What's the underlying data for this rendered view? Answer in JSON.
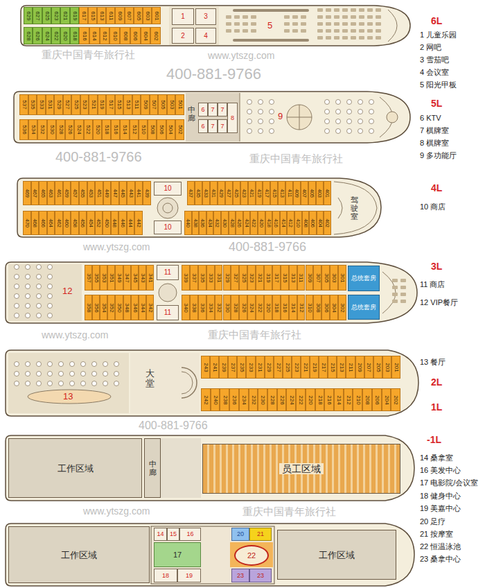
{
  "diagram": {
    "nodes": [
      {
        "text": [
          "629"
        ]
      },
      {
        "text": [
          "627"
        ]
      },
      {
        "text": [
          "625"
        ]
      },
      {
        "text": [
          "623"
        ]
      },
      {
        "text": [
          "621"
        ]
      },
      {
        "text": [
          "619"
        ]
      },
      {
        "text": [
          "617"
        ]
      },
      {
        "text": [
          "615"
        ]
      },
      {
        "text": [
          "613"
        ]
      },
      {
        "text": [
          "611"
        ]
      },
      {
        "text": [
          "609"
        ]
      },
      {
        "text": [
          "607"
        ]
      },
      {
        "text": [
          "605"
        ]
      },
      {
        "text": [
          "603"
        ]
      },
      {
        "text": [
          "601"
        ]
      },
      {
        "text": [
          "1"
        ]
      },
      {
        "text": [
          "3"
        ]
      },
      {
        "text": [
          "628"
        ]
      },
      {
        "text": [
          "626"
        ]
      },
      {
        "text": [
          "624"
        ]
      },
      {
        "text": [
          "622"
        ]
      },
      {
        "text": [
          "620"
        ]
      },
      {
        "text": [
          "618"
        ]
      },
      {
        "text": [
          "616"
        ]
      },
      {
        "text": [
          "614"
        ]
      },
      {
        "text": [
          "612"
        ]
      },
      {
        "text": [
          "610"
        ]
      },
      {
        "text": [
          "608"
        ]
      },
      {
        "text": [
          "606"
        ]
      },
      {
        "text": [
          "604"
        ]
      },
      {
        "text": [
          "602"
        ]
      },
      {
        "text": [
          "2"
        ]
      },
      {
        "text": [
          "4"
        ]
      },
      {
        "text": [
          "537"
        ]
      },
      {
        "text": [
          "535"
        ]
      },
      {
        "text": [
          "533"
        ]
      },
      {
        "text": [
          "531"
        ]
      },
      {
        "text": [
          "529"
        ]
      },
      {
        "text": [
          "527"
        ]
      },
      {
        "text": [
          "525"
        ]
      },
      {
        "text": [
          "523"
        ]
      },
      {
        "text": [
          "521"
        ]
      },
      {
        "text": [
          "519"
        ]
      },
      {
        "text": [
          "517"
        ]
      },
      {
        "text": [
          "515"
        ]
      },
      {
        "text": [
          "513"
        ]
      },
      {
        "text": [
          "511"
        ]
      },
      {
        "text": [
          "509"
        ]
      },
      {
        "text": [
          "507"
        ]
      },
      {
        "text": [
          "505"
        ]
      },
      {
        "text": [
          "503"
        ]
      },
      {
        "text": [
          "501"
        ]
      },
      {
        "text": [
          "6"
        ]
      },
      {
        "text": [
          "7"
        ]
      },
      {
        "text": [
          "7"
        ]
      },
      {
        "text": [
          "8"
        ]
      },
      {
        "text": [
          "536"
        ]
      },
      {
        "text": [
          "534"
        ]
      },
      {
        "text": [
          "532"
        ]
      },
      {
        "text": [
          "530"
        ]
      },
      {
        "text": [
          "528"
        ]
      },
      {
        "text": [
          "526"
        ]
      },
      {
        "text": [
          "524"
        ]
      },
      {
        "text": [
          "522"
        ]
      },
      {
        "text": [
          "520"
        ]
      },
      {
        "text": [
          "518"
        ]
      },
      {
        "text": [
          "516"
        ]
      },
      {
        "text": [
          "514"
        ]
      },
      {
        "text": [
          "512"
        ]
      },
      {
        "text": [
          "510"
        ]
      },
      {
        "text": [
          "508"
        ]
      },
      {
        "text": [
          "506"
        ]
      },
      {
        "text": [
          "504"
        ]
      },
      {
        "text": [
          "502"
        ]
      },
      {
        "text": [
          "6"
        ]
      },
      {
        "text": [
          "7"
        ]
      },
      {
        "text": [
          "7"
        ]
      },
      {
        "text": [
          "469"
        ]
      },
      {
        "text": [
          "467"
        ]
      },
      {
        "text": [
          "465"
        ]
      },
      {
        "text": [
          "463"
        ]
      },
      {
        "text": [
          "461"
        ]
      },
      {
        "text": [
          "459"
        ]
      },
      {
        "text": [
          "457"
        ]
      },
      {
        "text": [
          "455"
        ]
      },
      {
        "text": [
          "453"
        ]
      },
      {
        "text": [
          "451"
        ]
      },
      {
        "text": [
          "449"
        ]
      },
      {
        "text": [
          "447"
        ]
      },
      {
        "text": [
          "445"
        ]
      },
      {
        "text": [
          "443"
        ]
      },
      {
        "text": [
          "441"
        ]
      },
      {
        "text": [
          "439"
        ]
      },
      {
        "text": [
          "10"
        ]
      },
      {
        "text": [
          "437"
        ]
      },
      {
        "text": [
          "435"
        ]
      },
      {
        "text": [
          "433"
        ]
      },
      {
        "text": [
          "431"
        ]
      },
      {
        "text": [
          "429"
        ]
      },
      {
        "text": [
          "427"
        ]
      },
      {
        "text": [
          "425"
        ]
      },
      {
        "text": [
          "423"
        ]
      },
      {
        "text": [
          "421"
        ]
      },
      {
        "text": [
          "419"
        ]
      },
      {
        "text": [
          "417"
        ]
      },
      {
        "text": [
          "415"
        ]
      },
      {
        "text": [
          "413"
        ]
      },
      {
        "text": [
          "411"
        ]
      },
      {
        "text": [
          "409"
        ]
      },
      {
        "text": [
          "407"
        ]
      },
      {
        "text": [
          "405"
        ]
      },
      {
        "text": [
          "403"
        ]
      },
      {
        "text": [
          "401"
        ]
      },
      {
        "text": [
          "470"
        ]
      },
      {
        "text": [
          "468"
        ]
      },
      {
        "text": [
          "466"
        ]
      },
      {
        "text": [
          "464"
        ]
      },
      {
        "text": [
          "462"
        ]
      },
      {
        "text": [
          "460"
        ]
      },
      {
        "text": [
          "458"
        ]
      },
      {
        "text": [
          "456"
        ]
      },
      {
        "text": [
          "454"
        ]
      },
      {
        "text": [
          "452"
        ]
      },
      {
        "text": [
          "450"
        ]
      },
      {
        "text": [
          "448"
        ]
      },
      {
        "text": [
          "446"
        ]
      },
      {
        "text": [
          "444"
        ]
      },
      {
        "text": [
          "442"
        ]
      },
      {
        "text": [
          "10"
        ]
      },
      {
        "text": [
          "440"
        ]
      },
      {
        "text": [
          "438"
        ]
      },
      {
        "text": [
          "436"
        ]
      },
      {
        "text": [
          "434"
        ]
      },
      {
        "text": [
          "432"
        ]
      },
      {
        "text": [
          "430"
        ]
      },
      {
        "text": [
          "428"
        ]
      },
      {
        "text": [
          "426"
        ]
      },
      {
        "text": [
          "424"
        ]
      },
      {
        "text": [
          "422"
        ]
      },
      {
        "text": [
          "420"
        ]
      },
      {
        "text": [
          "418"
        ]
      },
      {
        "text": [
          "416"
        ]
      },
      {
        "text": [
          "414"
        ]
      },
      {
        "text": [
          "412"
        ]
      },
      {
        "text": [
          "410"
        ]
      },
      {
        "text": [
          "408"
        ]
      },
      {
        "text": [
          "406"
        ]
      },
      {
        "text": [
          "404"
        ]
      },
      {
        "text": [
          "402"
        ]
      },
      {
        "text": [
          "357"
        ]
      },
      {
        "text": [
          "355"
        ]
      },
      {
        "text": [
          "353"
        ]
      },
      {
        "text": [
          "351"
        ]
      },
      {
        "text": [
          "349"
        ]
      },
      {
        "text": [
          "347"
        ]
      },
      {
        "text": [
          "345"
        ]
      },
      {
        "text": [
          "343"
        ]
      },
      {
        "text": [
          "341"
        ]
      },
      {
        "text": [
          "11"
        ]
      },
      {
        "text": [
          "339"
        ]
      },
      {
        "text": [
          "337"
        ]
      },
      {
        "text": [
          "335"
        ]
      },
      {
        "text": [
          "333"
        ]
      },
      {
        "text": [
          "331"
        ]
      },
      {
        "text": [
          "329"
        ]
      },
      {
        "text": [
          "327"
        ]
      },
      {
        "text": [
          "325"
        ]
      },
      {
        "text": [
          "323"
        ]
      },
      {
        "text": [
          "321"
        ]
      },
      {
        "text": [
          "319"
        ]
      },
      {
        "text": [
          "317"
        ]
      },
      {
        "text": [
          "315"
        ]
      },
      {
        "text": [
          "313"
        ]
      },
      {
        "text": [
          "311"
        ]
      },
      {
        "text": [
          "309"
        ]
      },
      {
        "text": [
          "307"
        ]
      },
      {
        "text": [
          "305"
        ]
      },
      {
        "text": [
          "303"
        ]
      },
      {
        "text": [
          "301"
        ]
      },
      {
        "text": [
          "总统套房"
        ]
      },
      {
        "text": [
          "358"
        ]
      },
      {
        "text": [
          "356"
        ]
      },
      {
        "text": [
          "354"
        ]
      },
      {
        "text": [
          "352"
        ]
      },
      {
        "text": [
          "350"
        ]
      },
      {
        "text": [
          "348"
        ]
      },
      {
        "text": [
          "346"
        ]
      },
      {
        "text": [
          "344"
        ]
      },
      {
        "text": [
          "342"
        ]
      },
      {
        "text": [
          "11"
        ]
      },
      {
        "text": [
          "340"
        ]
      },
      {
        "text": [
          "338"
        ]
      },
      {
        "text": [
          "336"
        ]
      },
      {
        "text": [
          "334"
        ]
      },
      {
        "text": [
          "332"
        ]
      },
      {
        "text": [
          "330"
        ]
      },
      {
        "text": [
          "328"
        ]
      },
      {
        "text": [
          "326"
        ]
      },
      {
        "text": [
          "324"
        ]
      },
      {
        "text": [
          "322"
        ]
      },
      {
        "text": [
          "320"
        ]
      },
      {
        "text": [
          "318"
        ]
      },
      {
        "text": [
          "316"
        ]
      },
      {
        "text": [
          "314"
        ]
      },
      {
        "text": [
          "312"
        ]
      },
      {
        "text": [
          "310"
        ]
      },
      {
        "text": [
          "308"
        ]
      },
      {
        "text": [
          "306"
        ]
      },
      {
        "text": [
          "304"
        ]
      },
      {
        "text": [
          "302"
        ]
      },
      {
        "text": [
          "总统套房"
        ]
      },
      {
        "text": [
          "243"
        ]
      },
      {
        "text": [
          "241"
        ]
      },
      {
        "text": [
          "239"
        ]
      },
      {
        "text": [
          "237"
        ]
      },
      {
        "text": [
          "235"
        ]
      },
      {
        "text": [
          "233"
        ]
      },
      {
        "text": [
          "231"
        ]
      },
      {
        "text": [
          "229"
        ]
      },
      {
        "text": [
          "227"
        ]
      },
      {
        "text": [
          "225"
        ]
      },
      {
        "text": [
          "223"
        ]
      },
      {
        "text": [
          "221"
        ]
      },
      {
        "text": [
          "219"
        ]
      },
      {
        "text": [
          "217"
        ]
      },
      {
        "text": [
          "215"
        ]
      },
      {
        "text": [
          "213"
        ]
      },
      {
        "text": [
          "211"
        ]
      },
      {
        "text": [
          "209"
        ]
      },
      {
        "text": [
          "207"
        ]
      },
      {
        "text": [
          "205"
        ]
      },
      {
        "text": [
          "203"
        ]
      },
      {
        "text": [
          "201"
        ]
      },
      {
        "text": [
          "242"
        ]
      },
      {
        "text": [
          "240"
        ]
      },
      {
        "text": [
          "238"
        ]
      },
      {
        "text": [
          "236"
        ]
      },
      {
        "text": [
          "234"
        ]
      },
      {
        "text": [
          "232"
        ]
      },
      {
        "text": [
          "230"
        ]
      },
      {
        "text": [
          "228"
        ]
      },
      {
        "text": [
          "226"
        ]
      },
      {
        "text": [
          "224"
        ]
      },
      {
        "text": [
          "222"
        ]
      },
      {
        "text": [
          "220"
        ]
      },
      {
        "text": [
          "218"
        ]
      },
      {
        "text": [
          "216"
        ]
      },
      {
        "text": [
          "214"
        ]
      },
      {
        "text": [
          "212"
        ]
      },
      {
        "text": [
          "210"
        ]
      },
      {
        "text": [
          "208"
        ]
      },
      {
        "text": [
          "206"
        ]
      },
      {
        "text": [
          "204"
        ]
      },
      {
        "text": [
          "202"
        ]
      },
      {
        "text": [
          "工作区域"
        ]
      },
      {
        "text": [
          "中廊"
        ]
      },
      {
        "text": [
          "员工区域"
        ]
      },
      {
        "text": [
          "工作区域"
        ]
      },
      {
        "text": [
          "14"
        ]
      },
      {
        "text": [
          "15"
        ]
      },
      {
        "text": [
          "16"
        ]
      },
      {
        "text": [
          "20"
        ]
      },
      {
        "text": [
          "21"
        ]
      },
      {
        "text": [
          "17"
        ]
      },
      {
        "text": [
          "22"
        ]
      },
      {
        "text": [
          "工作区域"
        ]
      },
      {
        "text": [
          "18"
        ]
      },
      {
        "text": [
          "19"
        ]
      },
      {
        "text": [
          "23"
        ]
      },
      {
        "text": [
          "23"
        ]
      }
    ],
    "labels": [
      "5",
      "中廊",
      "9",
      "驾驶室",
      "12",
      "13",
      "大堂",
      "6L",
      "1 儿童乐园",
      "2 网吧",
      "3 雪茄吧",
      "4 会议室",
      "5 阳光甲板",
      "5L",
      "6 KTV",
      "7 棋牌室",
      "8 棋牌室",
      "9 多功能厅",
      "4L",
      "10 商店",
      "3L",
      "11 商店",
      "12 VIP餐厅",
      "13 餐厅",
      "2L",
      "1L",
      "-1L",
      "14 桑拿室",
      "16 美发中心",
      "17 电影院/会议室",
      "18 健身中心",
      "19 美嘉中心",
      "20 足疗",
      "21 按摩室",
      "22 恒温泳池",
      "23 桑拿中心",
      "重庆中国青年旅行社",
      "www.ytszg.com",
      "400-881-9766",
      "400-881-9766",
      "重庆中国青年旅行社",
      "www.ytszg.com",
      "400-881-9766",
      "www.ytszg.com",
      "重庆中国青年旅行社",
      "400-881-9766",
      "www.ytszg.com",
      "重庆中国青年旅行社"
    ]
  }
}
